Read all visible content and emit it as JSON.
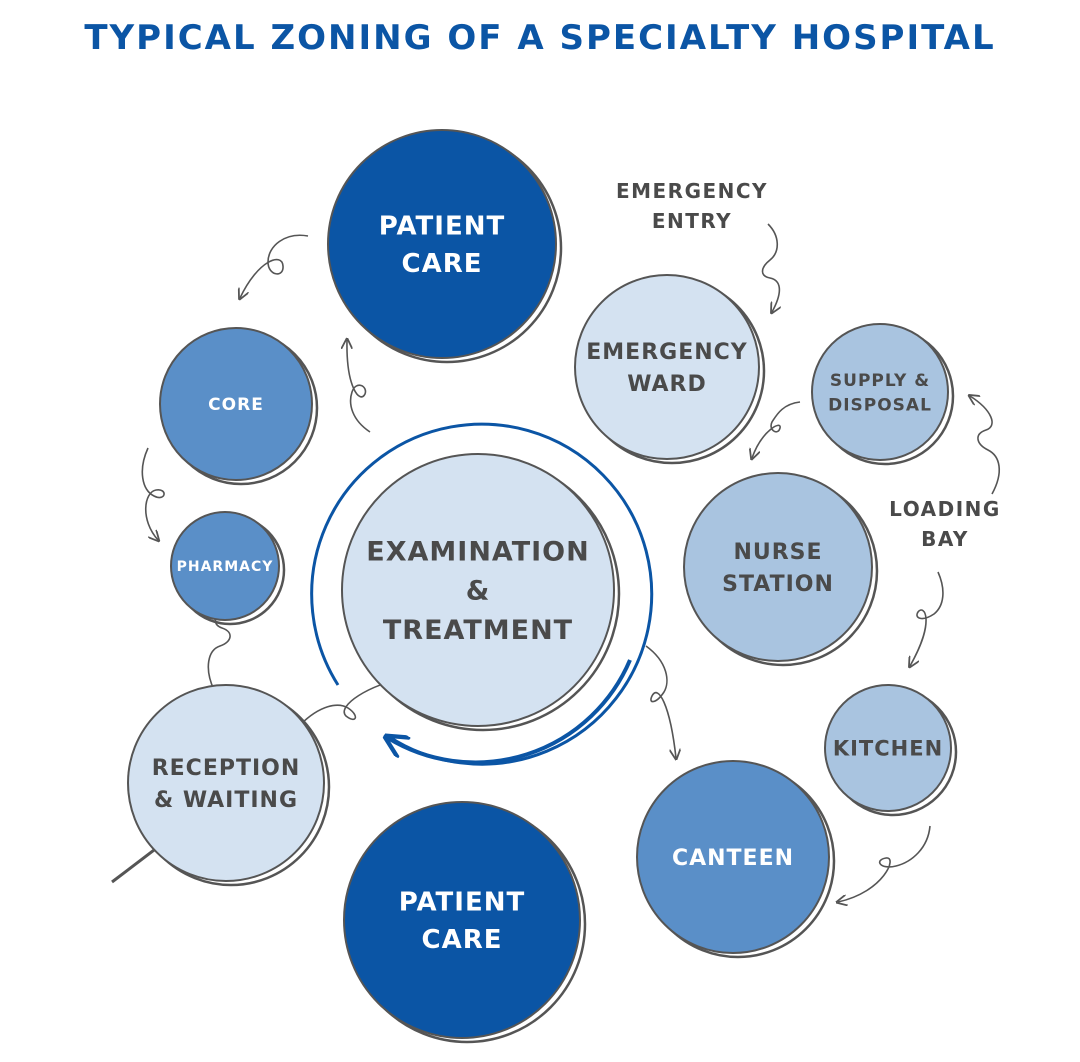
{
  "title": "TYPICAL ZONING OF A SPECIALTY HOSPITAL",
  "colors": {
    "title": "#0b55a5",
    "dark_blue": "#0b55a5",
    "mid_blue": "#5a8fc8",
    "light_blue": "#a9c4e0",
    "pale_blue": "#d4e2f1",
    "outline": "#555555",
    "text_dark": "#4a4a4a",
    "text_light": "#ffffff"
  },
  "nodes": {
    "patient_care_top": {
      "lines": [
        "PATIENT",
        "CARE"
      ]
    },
    "emergency_ward": {
      "lines": [
        "EMERGENCY",
        "WARD"
      ]
    },
    "supply_disposal": {
      "lines": [
        "SUPPLY &",
        "DISPOSAL"
      ]
    },
    "core": {
      "lines": [
        "CORE"
      ]
    },
    "pharmacy": {
      "lines": [
        "PHARMACY"
      ]
    },
    "examination": {
      "lines": [
        "EXAMINATION",
        "&",
        "TREATMENT"
      ]
    },
    "nurse_station": {
      "lines": [
        "NURSE",
        "STATION"
      ]
    },
    "kitchen": {
      "lines": [
        "KITCHEN"
      ]
    },
    "reception": {
      "lines": [
        "RECEPTION",
        "& WAITING"
      ]
    },
    "canteen": {
      "lines": [
        "CANTEEN"
      ]
    },
    "patient_care_bottom": {
      "lines": [
        "PATIENT",
        "CARE"
      ]
    }
  },
  "labels": {
    "emergency_entry": {
      "lines": [
        "EMERGENCY",
        "ENTRY"
      ]
    },
    "loading_bay": {
      "lines": [
        "LOADING",
        "BAY"
      ]
    }
  }
}
